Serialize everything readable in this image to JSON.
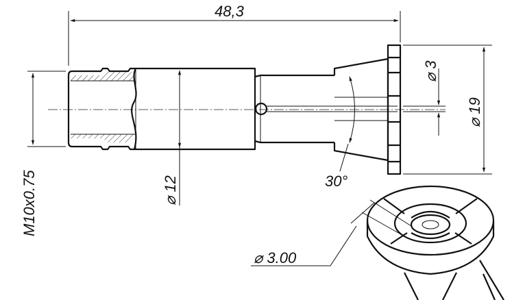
{
  "drawing": {
    "overall_length": "48,3",
    "thread": "M10x0.75",
    "body_diameter": "⌀ 12",
    "bore_diameter": "⌀ 3",
    "flange_diameter": "⌀ 19",
    "cone_angle": "30°",
    "iso_bore_diameter": "⌀ 3.00"
  }
}
